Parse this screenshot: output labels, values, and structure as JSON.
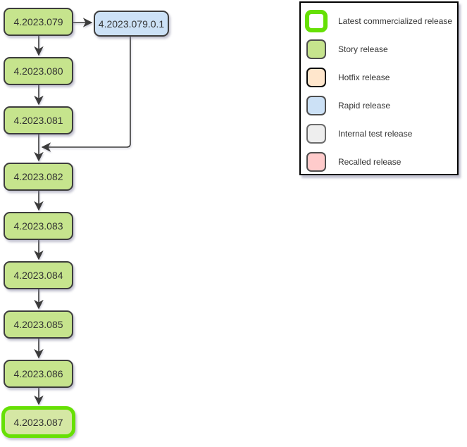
{
  "diagram": {
    "chain": [
      {
        "label": "4.2023.079",
        "type": "story"
      },
      {
        "label": "4.2023.080",
        "type": "story"
      },
      {
        "label": "4.2023.081",
        "type": "story"
      },
      {
        "label": "4.2023.082",
        "type": "story"
      },
      {
        "label": "4.2023.083",
        "type": "story"
      },
      {
        "label": "4.2023.084",
        "type": "story"
      },
      {
        "label": "4.2023.085",
        "type": "story"
      },
      {
        "label": "4.2023.086",
        "type": "story"
      },
      {
        "label": "4.2023.087",
        "type": "latest"
      }
    ],
    "branch": {
      "label": "4.2023.079.0.1",
      "type": "rapid"
    },
    "edges": [
      "4.2023.079 -> 4.2023.080",
      "4.2023.080 -> 4.2023.081",
      "4.2023.081 -> 4.2023.082",
      "4.2023.082 -> 4.2023.083",
      "4.2023.083 -> 4.2023.084",
      "4.2023.084 -> 4.2023.085",
      "4.2023.085 -> 4.2023.086",
      "4.2023.086 -> 4.2023.087",
      "4.2023.079 -> 4.2023.079.0.1",
      "4.2023.079.0.1 -> 4.2023.082"
    ]
  },
  "legend": {
    "items": [
      {
        "label": "Latest commercialized release",
        "swatch": "latest"
      },
      {
        "label": "Story release",
        "swatch": "story"
      },
      {
        "label": "Hotfix release",
        "swatch": "hotfix"
      },
      {
        "label": "Rapid release",
        "swatch": "rapid"
      },
      {
        "label": "Internal test release",
        "swatch": "internal"
      },
      {
        "label": "Recalled release",
        "swatch": "recalled"
      }
    ]
  },
  "colors": {
    "story_fill": "#c6e48d",
    "latest_fill": "#d5e7a4",
    "latest_border": "#66e005",
    "rapid_fill": "#cce1f6",
    "hotfix_fill": "#ffe6cc",
    "internal_fill": "#eeeeee",
    "recalled_fill": "#ffcbcb",
    "node_border": "#3d3d3d",
    "arrow": "#3b3b3b"
  }
}
